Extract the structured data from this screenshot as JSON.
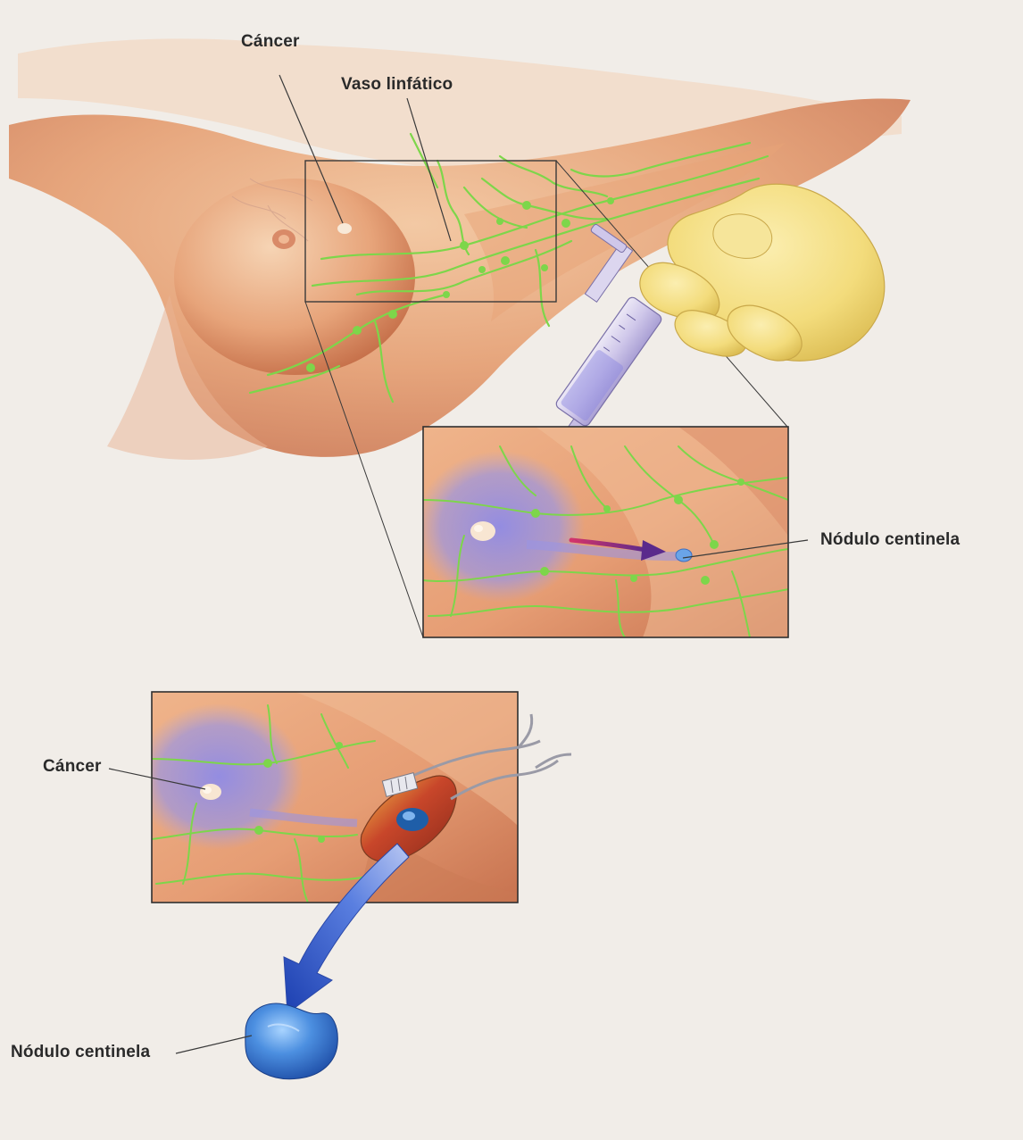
{
  "labels": {
    "top_cancer": "Cáncer",
    "top_lymph_vessel": "Vaso linfático",
    "inset_sentinel_node": "Nódulo centinela",
    "bottom_cancer": "Cáncer",
    "bottom_sentinel_node": "Nódulo centinela"
  },
  "colors": {
    "background": "#f1ede8",
    "skin": "#e9a77c",
    "skin_shadow": "#c8734d",
    "lymph": "#7dd64a",
    "dye": "#8a86e0",
    "glove": "#f2dc78",
    "node_blue": "#3f7fd8",
    "arrow_purple": "#6a2d8a",
    "line": "#3a3a3a"
  }
}
